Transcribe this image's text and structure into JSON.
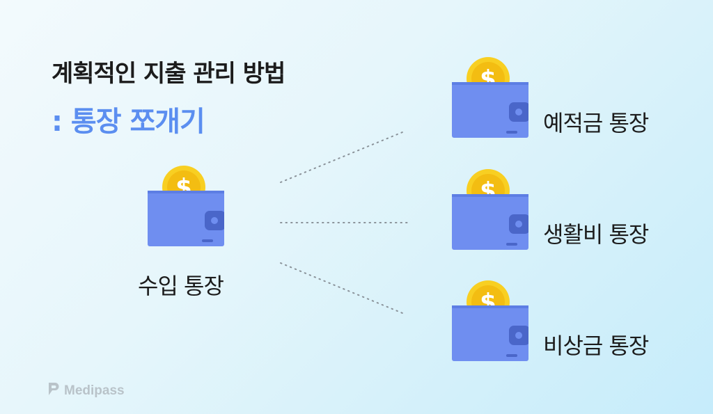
{
  "header": {
    "title": "계획적인 지출 관리 방법",
    "subtitle": ": 통장 쪼개기"
  },
  "diagram": {
    "source": {
      "label": "수입 통장"
    },
    "targets": [
      {
        "label": "예적금 통장"
      },
      {
        "label": "생활비 통장"
      },
      {
        "label": "비상금 통장"
      }
    ]
  },
  "icons": {
    "wallet": "wallet-with-coin-icon",
    "logo": "medipass-logo-icon"
  },
  "colors": {
    "accent": "#5b8ef0",
    "wallet_body": "#6f8ef0",
    "wallet_dark": "#4a66c9",
    "coin": "#f8cf22",
    "connector": "#8a9299"
  },
  "brand": {
    "name": "Medipass"
  }
}
